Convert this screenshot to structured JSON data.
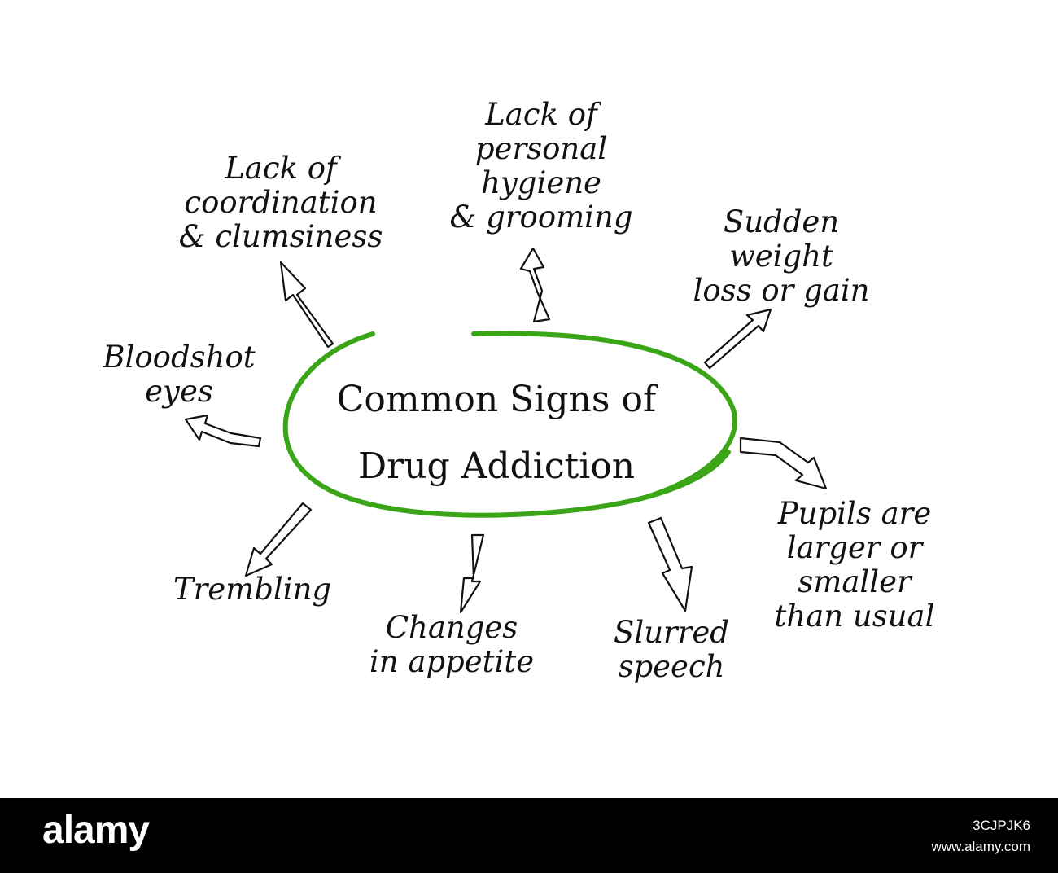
{
  "center": {
    "line1": "Common Signs of",
    "line2": "Drug Addiction",
    "ellipse_color": "#3aa517"
  },
  "signs": [
    {
      "id": "lack-of-coordination",
      "text": "Lack of\ncoordination\n& clumsiness"
    },
    {
      "id": "lack-of-hygiene",
      "text": "Lack of\npersonal\nhygiene\n& grooming"
    },
    {
      "id": "sudden-weight",
      "text": "Sudden\nweight\nloss or gain"
    },
    {
      "id": "bloodshot-eyes",
      "text": "Bloodshot\neyes"
    },
    {
      "id": "pupils",
      "text": "Pupils are\nlarger or\nsmaller\nthan usual"
    },
    {
      "id": "trembling",
      "text": "Trembling"
    },
    {
      "id": "changes-in-appetite",
      "text": "Changes\nin appetite"
    },
    {
      "id": "slurred-speech",
      "text": "Slurred\nspeech"
    }
  ],
  "footer": {
    "logo": "alamy",
    "image_id": "3CJPJK6",
    "url": "www.alamy.com"
  }
}
